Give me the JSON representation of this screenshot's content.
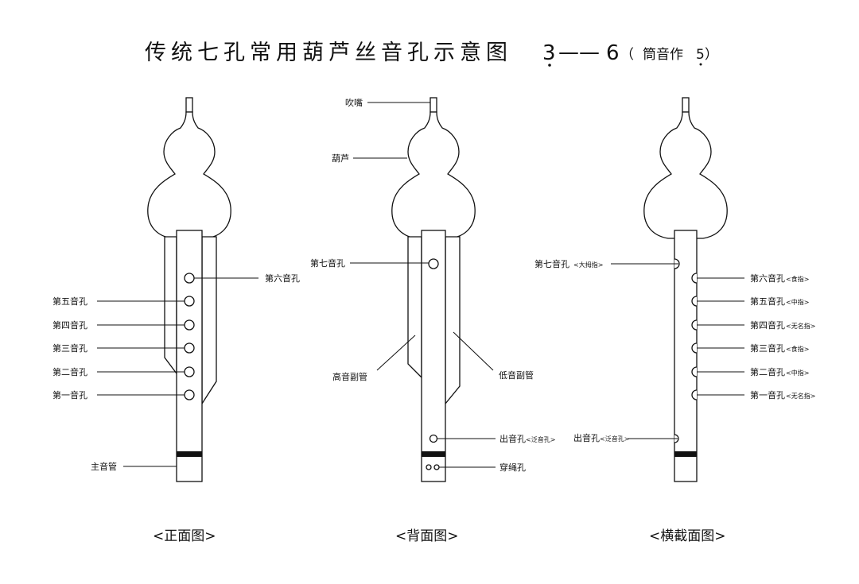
{
  "title": {
    "main": "传统七孔常用葫芦丝音孔示意图",
    "range_from": "3",
    "range_dash": "——",
    "range_to": "6",
    "paren_open": "（",
    "note_text": "筒音作",
    "note_value": "5",
    "paren_close": "）"
  },
  "front": {
    "view_label": "<正面图>",
    "hole6": "第六音孔",
    "hole5": "第五音孔",
    "hole4": "第四音孔",
    "hole3": "第三音孔",
    "hole2": "第二音孔",
    "hole1": "第一音孔",
    "main_pipe": "主音管"
  },
  "back": {
    "view_label": "<背面图>",
    "mouthpiece": "吹嘴",
    "gourd": "葫芦",
    "hole7": "第七音孔",
    "high_pipe": "高音副管",
    "low_pipe": "低音副管",
    "outlet_hole": "出音孔",
    "outlet_note": "<泛音孔>",
    "rope_hole": "穿绳孔"
  },
  "section": {
    "view_label": "<横截面图>",
    "hole7": "第七音孔",
    "hole7_finger": "<大拇指>",
    "hole6": "第六音孔",
    "hole6_finger": "<食指>",
    "hole5": "第五音孔",
    "hole5_finger": "<中指>",
    "hole4": "第四音孔",
    "hole4_finger": "<无名指>",
    "hole3": "第三音孔",
    "hole3_finger": "<食指>",
    "hole2": "第二音孔",
    "hole2_finger": "<中指>",
    "hole1": "第一音孔",
    "hole1_finger": "<无名指>",
    "outlet_hole": "出音孔",
    "outlet_note": "<泛音孔>"
  }
}
